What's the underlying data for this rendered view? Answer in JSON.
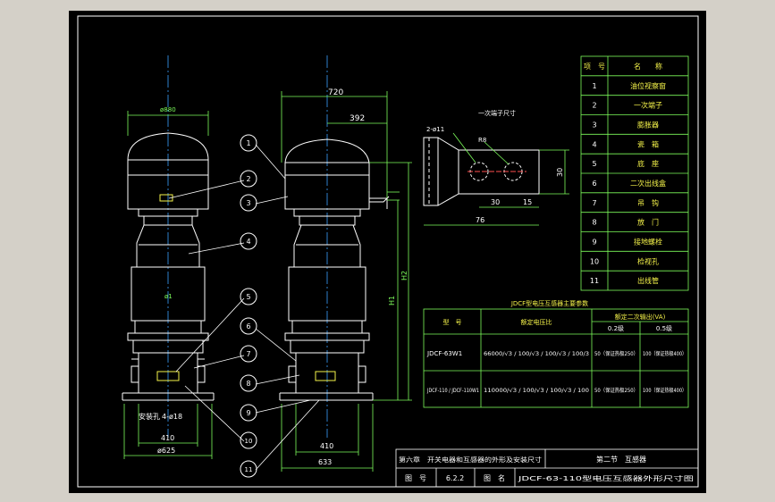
{
  "dims": {
    "d_top_left": "ø880",
    "w_720": "720",
    "w_392": "392",
    "phi_small": "ø1",
    "bolt_hole": "4-ø18",
    "install_hole_label": "安装孔",
    "w_410_left": "410",
    "d_625": "ø625",
    "w_410_right": "410",
    "w_633": "633",
    "h1": "H1",
    "h2": "H2"
  },
  "terminal": {
    "title": "一次端子尺寸",
    "hole_label": "2-ø11",
    "d8": "R8",
    "d30h": "30",
    "d15": "15",
    "d30v": "30",
    "d76": "76"
  },
  "callouts": [
    "1",
    "2",
    "3",
    "4",
    "5",
    "6",
    "7",
    "8",
    "9",
    "10",
    "11"
  ],
  "parts_table": {
    "headers": [
      "项　号",
      "名　　称"
    ],
    "rows": [
      {
        "no": "1",
        "name": "油位视察窗"
      },
      {
        "no": "2",
        "name": "一次端子"
      },
      {
        "no": "3",
        "name": "膨胀器"
      },
      {
        "no": "4",
        "name": "瓷　箱"
      },
      {
        "no": "5",
        "name": "底　座"
      },
      {
        "no": "6",
        "name": "二次出线盒"
      },
      {
        "no": "7",
        "name": "吊　钩"
      },
      {
        "no": "8",
        "name": "放　门"
      },
      {
        "no": "9",
        "name": "接地螺栓"
      },
      {
        "no": "10",
        "name": "检视孔"
      },
      {
        "no": "11",
        "name": "出线管"
      }
    ]
  },
  "param_table": {
    "title": "JDCF型电压互感器主要参数",
    "col_model": "型　号",
    "col_ratio": "额定电压比",
    "col_output": "额定二次输出(VA)",
    "col_02": "0.2级",
    "col_05": "0.5级",
    "rows": [
      {
        "model": "JDCF-63W1",
        "ratio": "66000/√3 / 100/√3 / 100/√3 / 100/3",
        "out02": "50（保证热极250）",
        "out05": "100（保证热极400）"
      },
      {
        "model": "JDCF-110 / JDCF-110W1",
        "ratio": "110000/√3 / 100/√3 / 100/√3 / 100",
        "out02": "50（保证热极250）",
        "out05": "100（保证热极400）"
      }
    ]
  },
  "title_block": {
    "chapter": "第六章　开关电器和互感器的外形及安装尺寸",
    "section": "第二节　互感器",
    "fig_label": "图　号",
    "fig_no": "6.2.2",
    "fig_name_label": "图　名",
    "fig_name": "JDCF-63-110型电压互感器外形尺寸图"
  }
}
